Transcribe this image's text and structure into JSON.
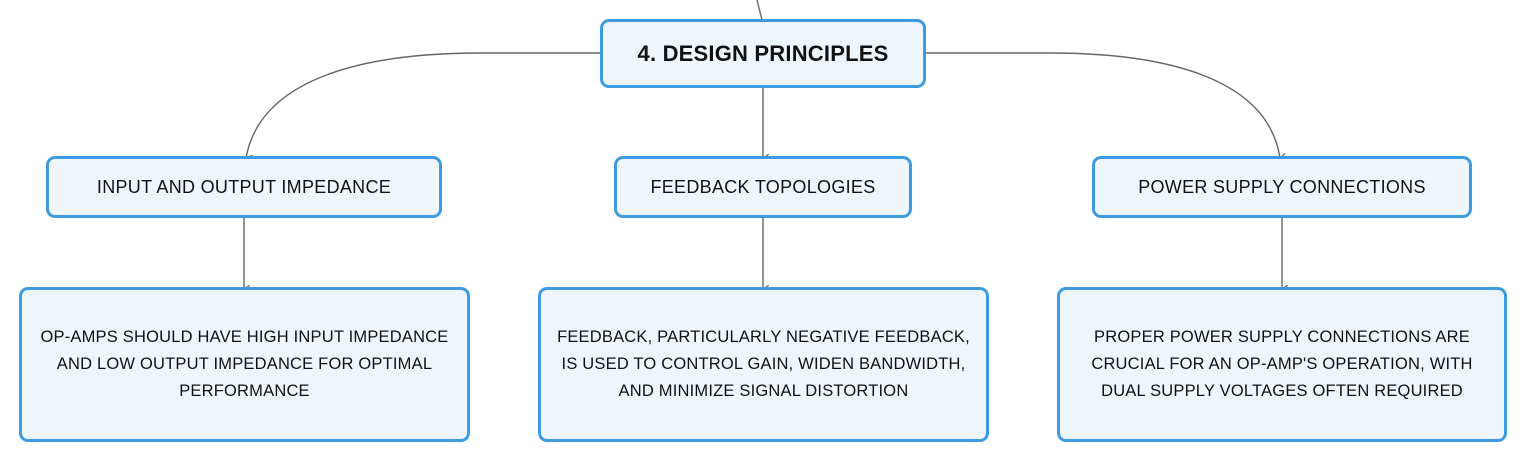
{
  "diagram": {
    "root": {
      "label": "4. DESIGN PRINCIPLES"
    },
    "branches": [
      {
        "label": "INPUT AND OUTPUT IMPEDANCE",
        "detail": "OP-AMPS SHOULD HAVE HIGH INPUT IMPEDANCE AND LOW OUTPUT IMPEDANCE FOR OPTIMAL PERFORMANCE"
      },
      {
        "label": "FEEDBACK TOPOLOGIES",
        "detail": "FEEDBACK, PARTICULARLY NEGATIVE FEEDBACK, IS USED TO CONTROL GAIN, WIDEN BANDWIDTH, AND MINIMIZE SIGNAL DISTORTION"
      },
      {
        "label": "POWER SUPPLY CONNECTIONS",
        "detail": "PROPER POWER SUPPLY CONNECTIONS ARE CRUCIAL FOR AN OP-AMP'S OPERATION, WITH DUAL SUPPLY VOLTAGES OFTEN REQUIRED"
      }
    ],
    "colors": {
      "node_fill": "#eef6fc",
      "node_border": "#3d9be0",
      "connector": "#666666"
    }
  }
}
